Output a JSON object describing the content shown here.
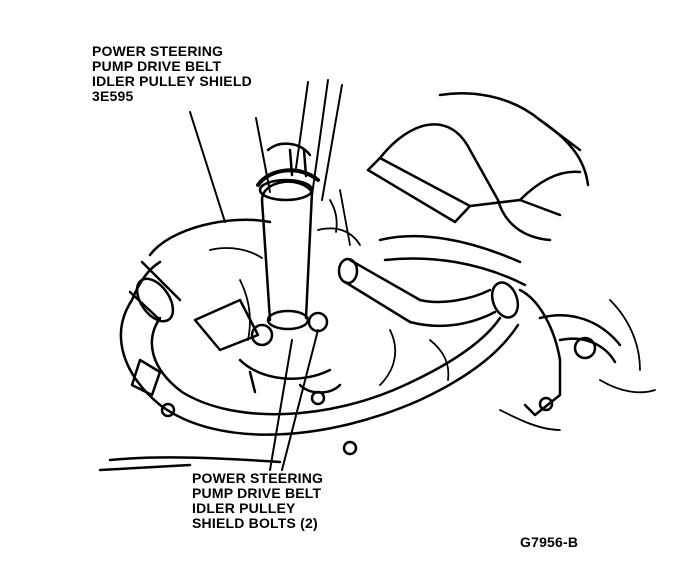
{
  "callouts": {
    "shield": {
      "lines": [
        "POWER STEERING",
        "PUMP DRIVE BELT",
        "IDLER PULLEY SHIELD",
        "3E595"
      ]
    },
    "bolts": {
      "lines": [
        "POWER STEERING",
        "PUMP DRIVE BELT",
        "IDLER PULLEY",
        "SHIELD BOLTS (2)"
      ]
    }
  },
  "figure_id": "G7956-B",
  "colors": {
    "ink": "#000000",
    "paper": "#ffffff"
  }
}
